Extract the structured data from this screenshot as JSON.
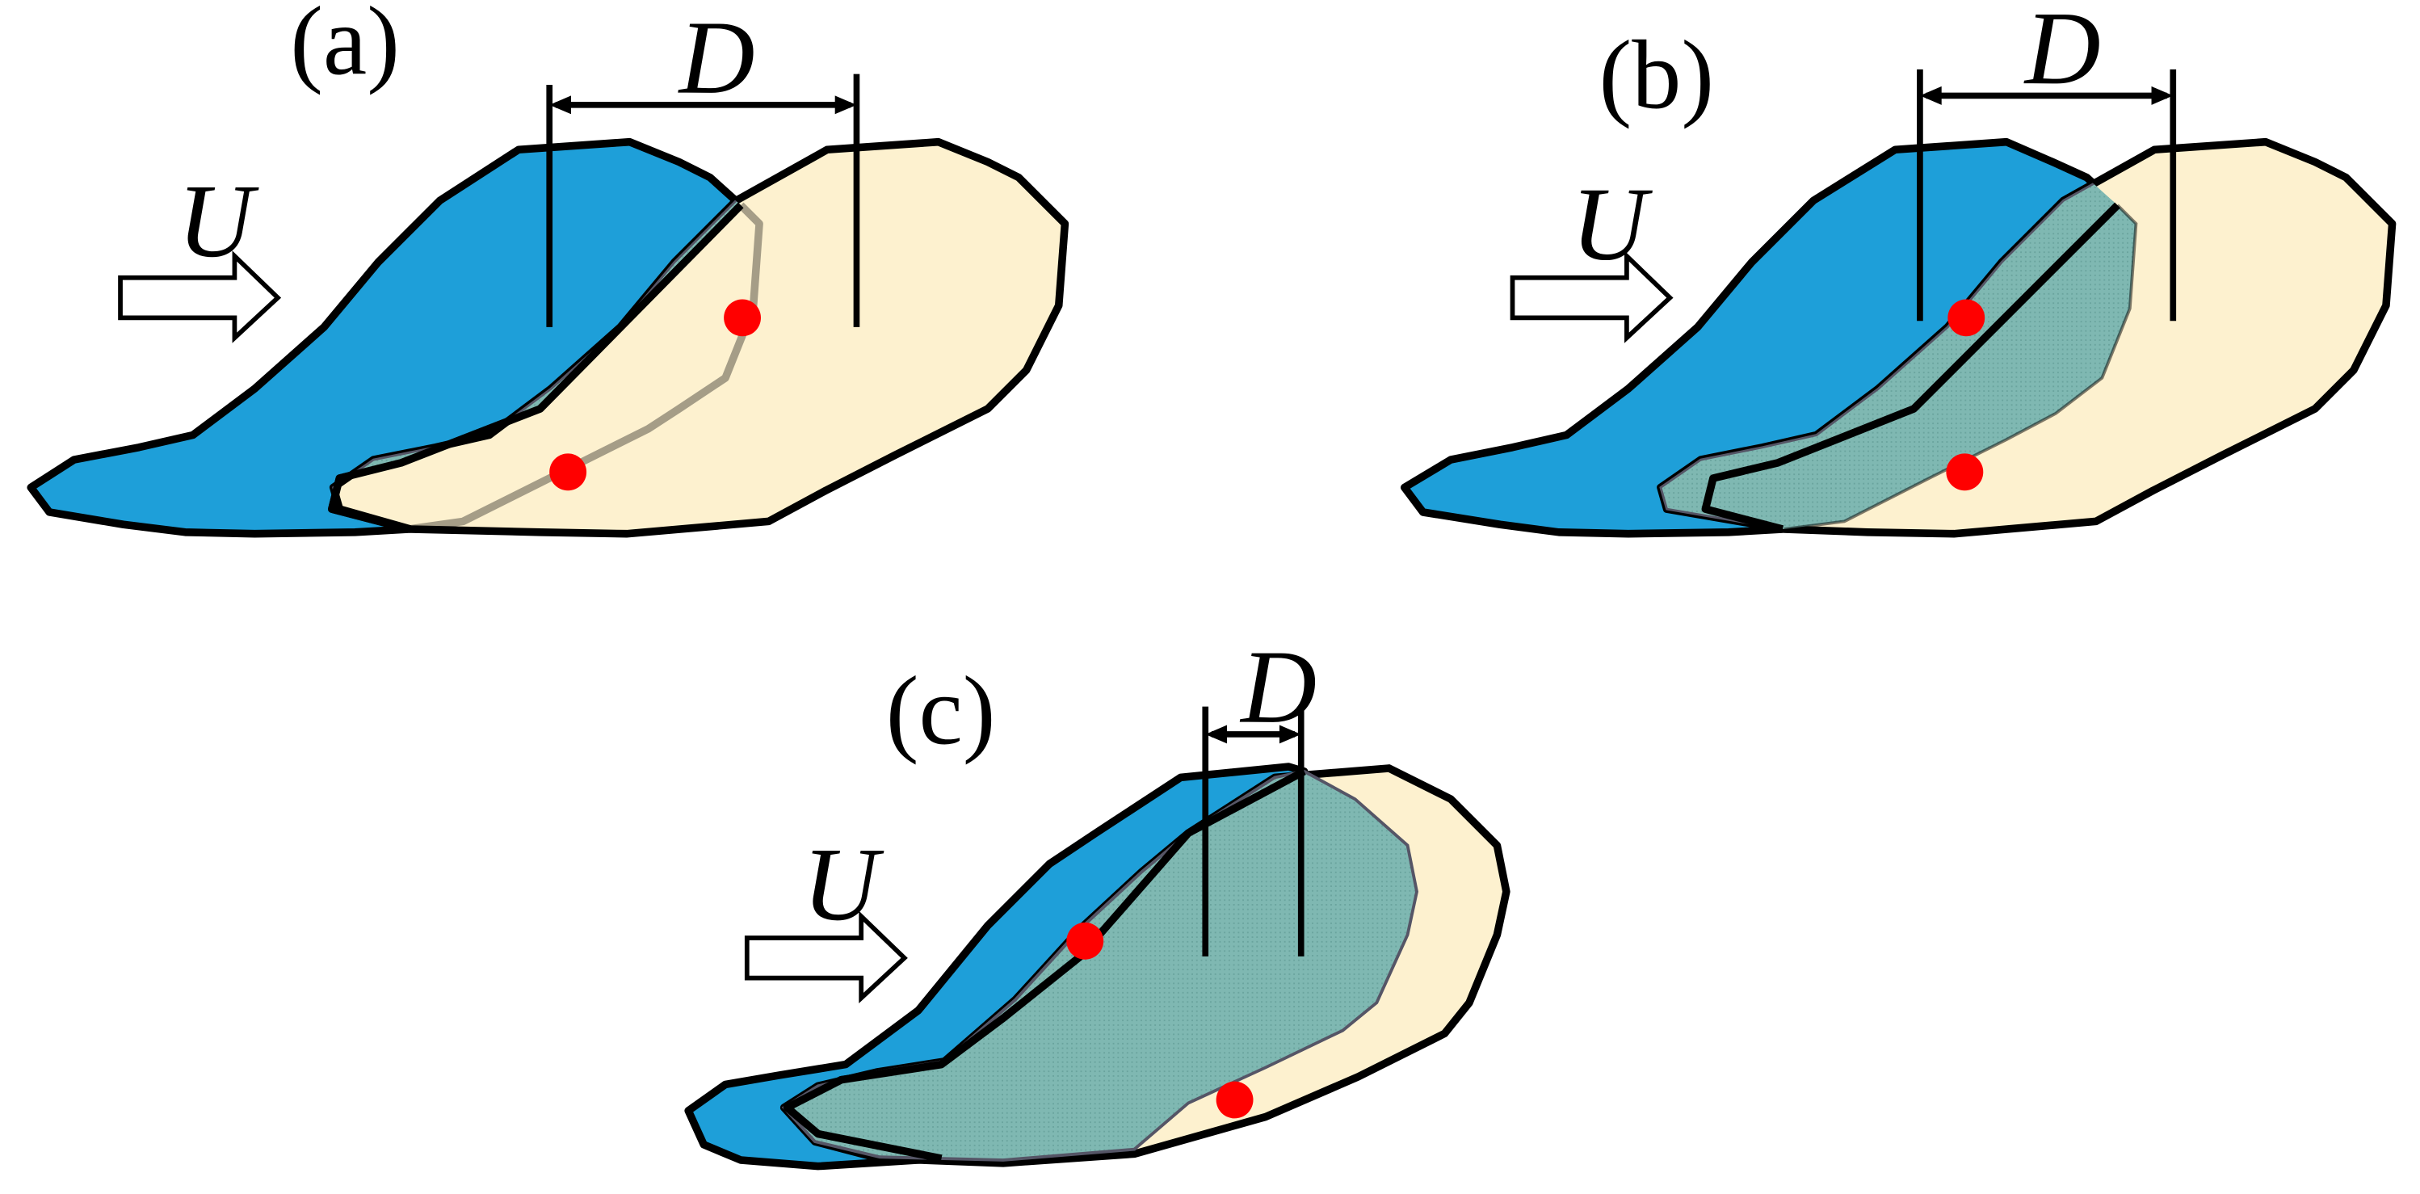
{
  "panels": [
    {
      "label": "(a)",
      "dimension": "D",
      "flow": "U"
    },
    {
      "label": "(b)",
      "dimension": "D",
      "flow": "U"
    },
    {
      "label": "(c)",
      "dimension": "D",
      "flow": "U"
    }
  ],
  "colors": {
    "blue_shape": "#1E9FD9",
    "yellow_shape": "#FDF1CF",
    "overlap": "#7FB8B2",
    "marker": "#FF0000",
    "line": "#000000"
  }
}
